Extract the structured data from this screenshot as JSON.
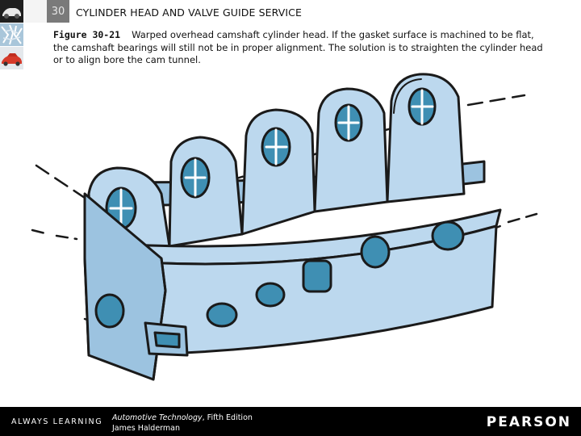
{
  "header": {
    "chapter_number": "30",
    "chapter_title": "CYLINDER HEAD AND VALVE GUIDE SERVICE"
  },
  "caption": {
    "figure_label": "Figure 30-21",
    "text": "Warped overhead camshaft cylinder head. If the gasket surface is machined to be flat, the camshaft bearings will still not be in proper alignment. The solution is to straighten the cylinder head or to align bore the cam tunnel."
  },
  "illustration": {
    "subject": "warped overhead camshaft cylinder head",
    "colors": {
      "body": "#bcd8ee",
      "shadow": "#9cc3e0",
      "bore": "#3f8fb3",
      "outline": "#1a1a1a"
    }
  },
  "footer": {
    "tagline": "ALWAYS LEARNING",
    "book_title": "Automotive Technology",
    "book_edition": ", Fifth Edition",
    "author": "James Halderman",
    "publisher": "PEARSON"
  },
  "thumbnails": [
    "car-icon",
    "ice-crystal-icon",
    "red-car-icon"
  ]
}
